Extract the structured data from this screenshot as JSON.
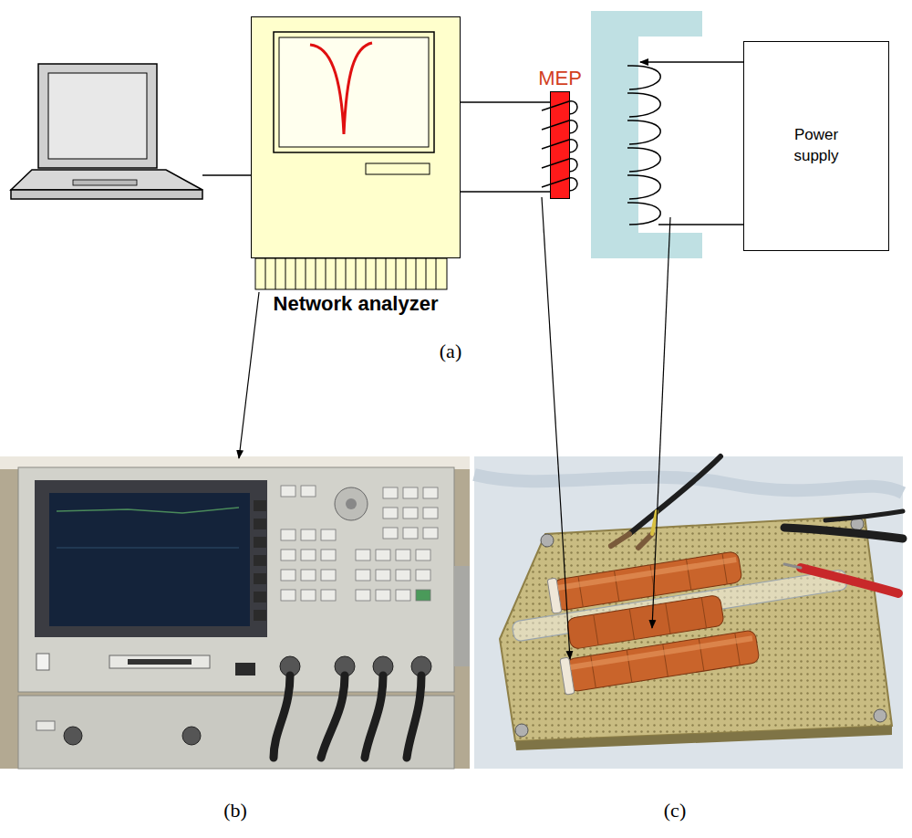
{
  "diagram": {
    "nodes": [
      {
        "text": [
          "Network analyzer"
        ]
      },
      {
        "text": [
          "MEP"
        ]
      },
      {
        "text": [
          "Power supply"
        ]
      }
    ],
    "edges": [
      {
        "from": 0,
        "to": 1,
        "arrow": "none"
      },
      {
        "from": 0,
        "to": 1,
        "arrow": "none"
      }
    ],
    "labels": [
      "(a)",
      "(b)",
      "(c)"
    ]
  }
}
